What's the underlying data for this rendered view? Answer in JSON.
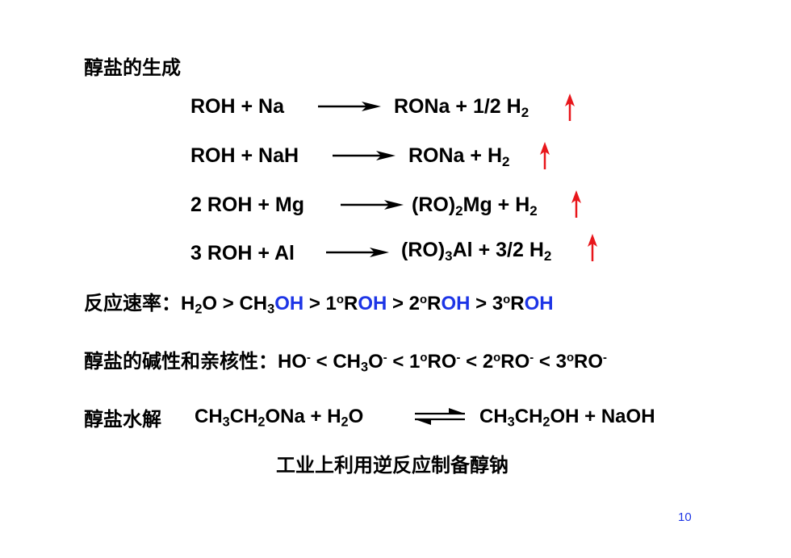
{
  "heading_formation": "醇盐的生成",
  "reactions": [
    {
      "left": "ROH  +  Na",
      "product_a": "RONa  +  1/2 H",
      "product_sub": "2",
      "product_b": ""
    },
    {
      "left": "ROH  +  NaH",
      "product_a": "RONa  +  H",
      "product_sub": "2",
      "product_b": ""
    },
    {
      "left": "2 ROH  +  Mg",
      "product_a": "(RO)",
      "product_sub": "2",
      "product_b": "Mg  +  H",
      "product_sub2": "2"
    },
    {
      "left": "3 ROH  +  Al",
      "product_a": "(RO)",
      "product_sub": "3",
      "product_b": "Al  +  3/2 H",
      "product_sub2": "2"
    }
  ],
  "rate": {
    "label": "反应速率：",
    "h": "H",
    "two": "2",
    "o_gt": "O > CH",
    "three": "3",
    "oh": "OH",
    "gt1": " > 1",
    "deg": "o",
    "r": "R",
    "gt2": " > 2",
    "gt3": " > 3"
  },
  "basicity": {
    "label": "醇盐的碱性和亲核性：",
    "ho": "HO",
    "minus": "-",
    "lt_ch": " < CH",
    "three": "3",
    "o": "O",
    "lt1": " < 1",
    "deg": "o",
    "ro": "RO",
    "lt2": " < 2",
    "lt3": " < 3"
  },
  "hydrolysis": {
    "label": "醇盐水解",
    "ch": "CH",
    "three": "3",
    "ch2": "CH",
    "two": "2",
    "ona_h": "ONa  +  H",
    "o": "O",
    "oh_naoh": "OH  +  NaOH"
  },
  "industry_note": "工业上利用逆反应制备醇钠",
  "page_number": "10",
  "colors": {
    "blue_text": "#1d35e6",
    "red_arrow": "#e8161b"
  }
}
